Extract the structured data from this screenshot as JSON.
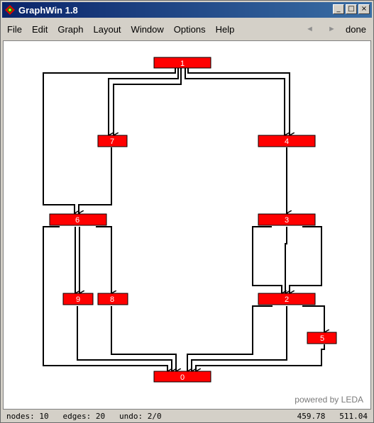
{
  "window": {
    "title": "GraphWin 1.8",
    "controls": {
      "minimize": "_",
      "maximize": "□",
      "close": "×"
    }
  },
  "menubar": {
    "items": [
      {
        "label": "File"
      },
      {
        "label": "Edit"
      },
      {
        "label": "Graph"
      },
      {
        "label": "Layout"
      },
      {
        "label": "Window"
      },
      {
        "label": "Options"
      },
      {
        "label": "Help"
      }
    ],
    "back_label": "◄",
    "forward_label": "►",
    "done_label": "done"
  },
  "graph": {
    "node_color": "#ff0000",
    "nodes": [
      {
        "id": "node-1",
        "label": "1"
      },
      {
        "id": "node-7",
        "label": "7"
      },
      {
        "id": "node-4",
        "label": "4"
      },
      {
        "id": "node-6",
        "label": "6"
      },
      {
        "id": "node-3",
        "label": "3"
      },
      {
        "id": "node-9",
        "label": "9"
      },
      {
        "id": "node-8",
        "label": "8"
      },
      {
        "id": "node-2",
        "label": "2"
      },
      {
        "id": "node-5",
        "label": "5"
      },
      {
        "id": "node-0",
        "label": "0"
      }
    ],
    "edges": [
      [
        "1",
        "6"
      ],
      [
        "1",
        "7"
      ],
      [
        "1",
        "7"
      ],
      [
        "1",
        "4"
      ],
      [
        "1",
        "4"
      ],
      [
        "7",
        "6"
      ],
      [
        "4",
        "3"
      ],
      [
        "6",
        "0"
      ],
      [
        "6",
        "9"
      ],
      [
        "6",
        "9"
      ],
      [
        "6",
        "8"
      ],
      [
        "3",
        "2"
      ],
      [
        "3",
        "2"
      ],
      [
        "3",
        "2"
      ],
      [
        "9",
        "0"
      ],
      [
        "8",
        "0"
      ],
      [
        "2",
        "0"
      ],
      [
        "2",
        "0"
      ],
      [
        "2",
        "5"
      ],
      [
        "5",
        "0"
      ]
    ],
    "powered_by": "powered by LEDA"
  },
  "status": {
    "nodes": "nodes: 10",
    "edges": "edges: 20",
    "undo": "undo: 2/0",
    "coords": "459.78   511.04"
  }
}
